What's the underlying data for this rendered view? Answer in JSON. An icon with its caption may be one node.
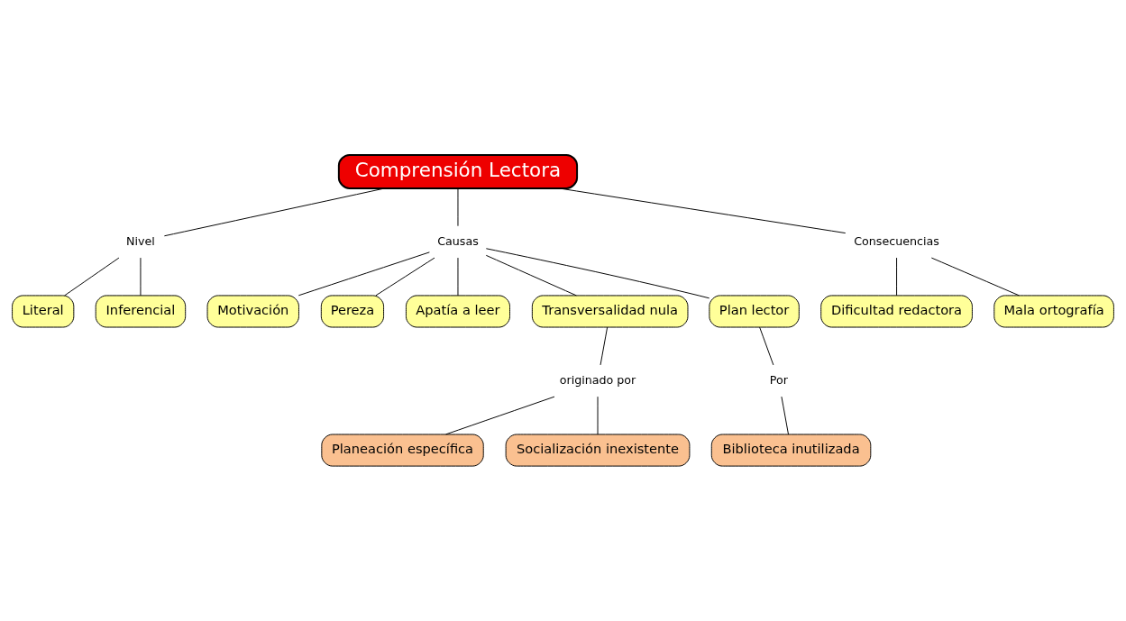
{
  "diagram": {
    "nodes": [
      {
        "text": [
          "Comprensión Lectora"
        ]
      },
      {
        "text": [
          "Nivel"
        ]
      },
      {
        "text": [
          "Causas"
        ]
      },
      {
        "text": [
          "Consecuencias"
        ]
      },
      {
        "text": [
          "Literal"
        ]
      },
      {
        "text": [
          "Inferencial"
        ]
      },
      {
        "text": [
          "Motivación"
        ]
      },
      {
        "text": [
          "Pereza"
        ]
      },
      {
        "text": [
          "Apatía a leer"
        ]
      },
      {
        "text": [
          "Transversalidad nula"
        ]
      },
      {
        "text": [
          "Plan lector"
        ]
      },
      {
        "text": [
          "originado por"
        ]
      },
      {
        "text": [
          "Planeación específica"
        ]
      },
      {
        "text": [
          "Socialización inexistente"
        ]
      },
      {
        "text": [
          "Por"
        ]
      },
      {
        "text": [
          "Biblioteca inutilizada"
        ]
      },
      {
        "text": [
          "Dificultad redactora"
        ]
      },
      {
        "text": [
          "Mala ortografía"
        ]
      }
    ],
    "edges": [
      {
        "from": 0,
        "to": 1,
        "arrow": "none"
      },
      {
        "from": 0,
        "to": 2,
        "arrow": "none"
      },
      {
        "from": 0,
        "to": 3,
        "arrow": "none"
      },
      {
        "from": 1,
        "to": 4,
        "arrow": "none"
      },
      {
        "from": 1,
        "to": 5,
        "arrow": "none"
      },
      {
        "from": 2,
        "to": 6,
        "arrow": "none"
      },
      {
        "from": 2,
        "to": 7,
        "arrow": "none"
      },
      {
        "from": 2,
        "to": 8,
        "arrow": "none"
      },
      {
        "from": 2,
        "to": 9,
        "arrow": "none"
      },
      {
        "from": 2,
        "to": 10,
        "arrow": "none"
      },
      {
        "from": 9,
        "to": 11,
        "arrow": "none"
      },
      {
        "from": 11,
        "to": 12,
        "arrow": "none"
      },
      {
        "from": 11,
        "to": 13,
        "arrow": "none"
      },
      {
        "from": 10,
        "to": 14,
        "arrow": "none"
      },
      {
        "from": 14,
        "to": 15,
        "arrow": "none"
      },
      {
        "from": 3,
        "to": 16,
        "arrow": "none"
      },
      {
        "from": 3,
        "to": 17,
        "arrow": "none"
      }
    ]
  }
}
